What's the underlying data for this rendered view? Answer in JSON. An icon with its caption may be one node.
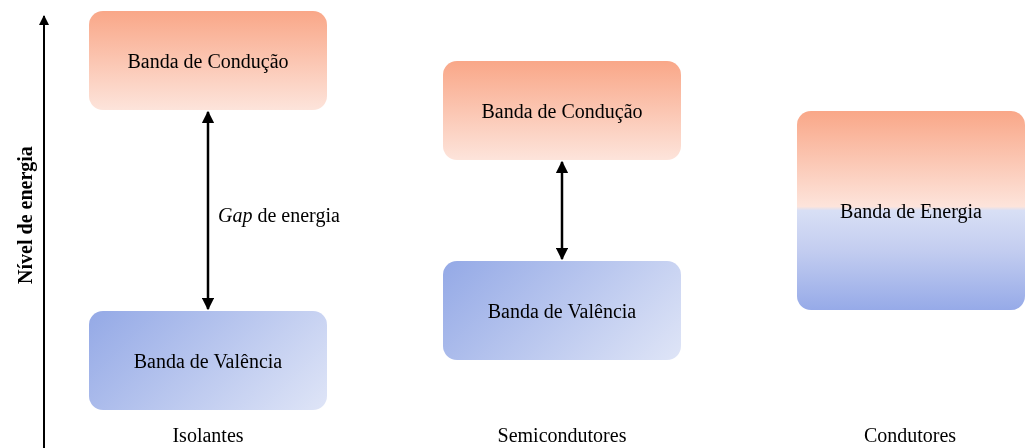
{
  "diagram": {
    "nodes": [
      {
        "text": [
          "Banda de Condução"
        ]
      },
      {
        "text": [
          "Banda de Valência"
        ]
      },
      {
        "text": [
          "Banda de Condução"
        ]
      },
      {
        "text": [
          "Banda de Valência"
        ]
      },
      {
        "text": [
          "Banda de Energia"
        ]
      }
    ],
    "edges": [
      {
        "from": 0,
        "to": 1,
        "arrow": "both",
        "label": "*Gap* de energia"
      },
      {
        "from": 2,
        "to": 3,
        "arrow": "both"
      }
    ],
    "labels": [
      "Nível de energia",
      "Isolantes",
      "Semicondutores",
      "Condutores"
    ]
  }
}
